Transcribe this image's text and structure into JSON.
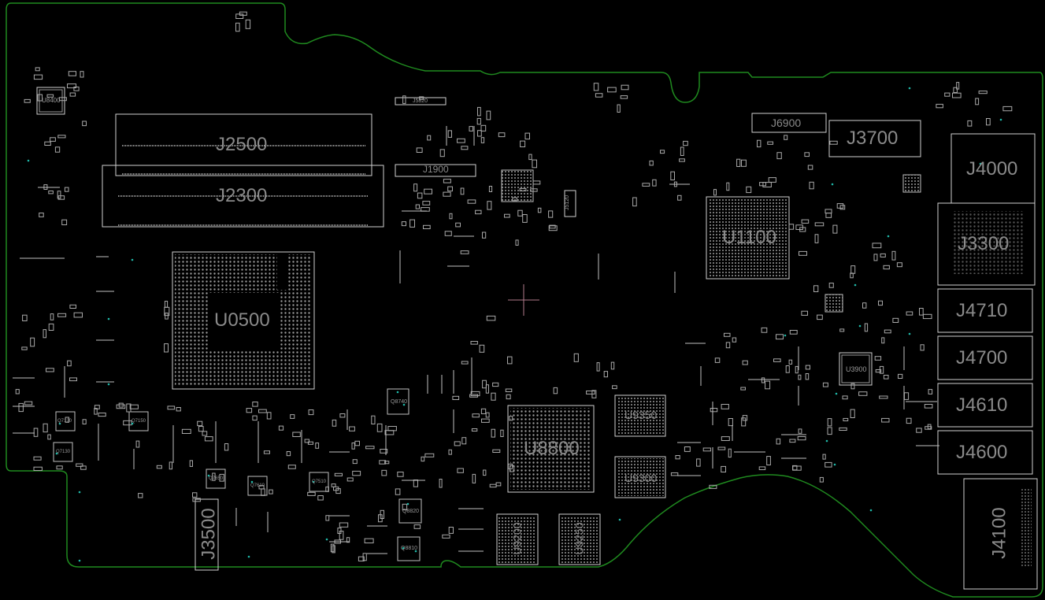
{
  "view": {
    "background": "#000000",
    "outline_color": "#1f8a1f",
    "part_color": "#bfbfbf",
    "pad_color": "#8f8f8f",
    "testpoint_color": "#1fb8a8",
    "cursor_color": "#b07a8a"
  },
  "components": {
    "j2500": "J2500",
    "j2300": "J2300",
    "j1900": "J1900",
    "j5820": "J5820",
    "u8400": "U8400",
    "u0500": "U0500",
    "j5120": "J5120",
    "j6900": "J6900",
    "j3700": "J3700",
    "j4000": "J4000",
    "u1100": "U1100",
    "j3300": "J3300",
    "j4710": "J4710",
    "j4700": "J4700",
    "j4610": "J4610",
    "j4600": "J4600",
    "j4100": "J4100",
    "u3900": "U3900",
    "u8800": "U8800",
    "u9350": "U9350",
    "u9300": "U9300",
    "u9200": "U9200",
    "u9250": "U9250",
    "j3500": "J3500",
    "q8740": "Q8740",
    "q8820": "Q8820",
    "q8810": "Q8810",
    "q7150": "Q7150",
    "q7130": "Q7130",
    "q7120": "Q7120",
    "q7510": "Q7510",
    "q7650": "Q7650",
    "q7610": "Q7610"
  }
}
